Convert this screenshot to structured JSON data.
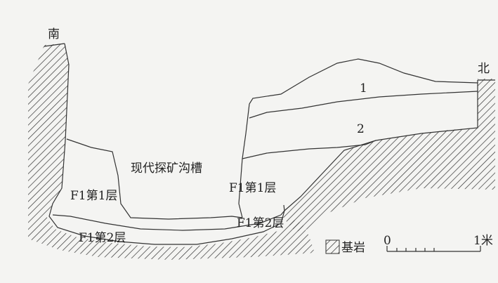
{
  "labels": {
    "south": "南",
    "north": "北",
    "layer1": "1",
    "layer2": "2",
    "trench": "现代探矿沟槽",
    "f1_layer1_left": "F1第1层",
    "f1_layer1_right": "F1第1层",
    "f1_layer2_left": "F1第2层",
    "f1_layer2_right": "F1第2层"
  },
  "legend": {
    "bedrock": "基岩"
  },
  "scale_bar": {
    "start": "0",
    "end": "1米"
  },
  "colors": {
    "background": "#f4f4f2",
    "line": "#333333"
  }
}
